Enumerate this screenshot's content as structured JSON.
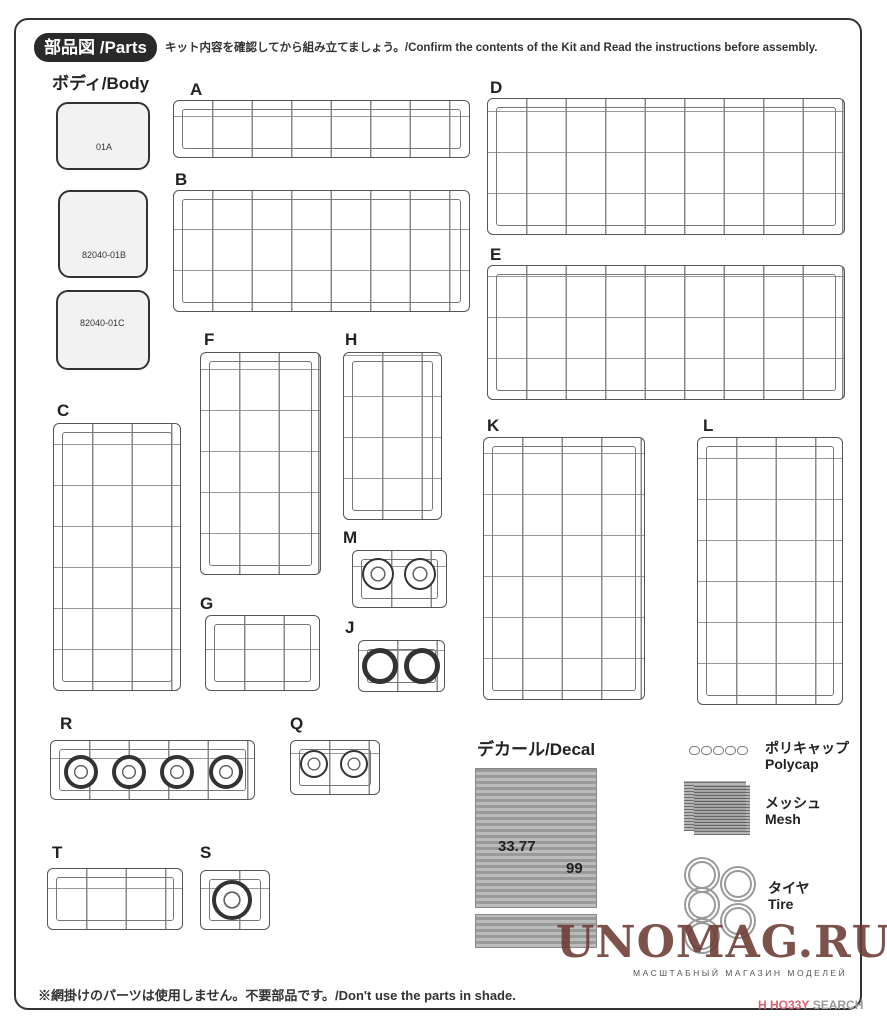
{
  "header": {
    "title": "部品図 /Parts",
    "instruction": "キット内容を確認してから組み立てましょう。/Confirm the contents of the Kit and Read the instructions before assembly."
  },
  "body": {
    "label": "ボディ/Body",
    "part_code": "01A",
    "code_b": "82040-01B",
    "code_c": "82040-01C"
  },
  "sprues": [
    "A",
    "B",
    "C",
    "D",
    "E",
    "F",
    "G",
    "H",
    "J",
    "K",
    "L",
    "M",
    "Q",
    "R",
    "S",
    "T"
  ],
  "decal": {
    "label": "デカール/Decal",
    "numbers": [
      "33.77",
      "99"
    ]
  },
  "extras": {
    "polycap": {
      "jp": "ポリキャップ",
      "en": "Polycap"
    },
    "mesh": {
      "jp": "メッシュ",
      "en": "Mesh"
    },
    "tire": {
      "jp": "タイヤ",
      "en": "Tire"
    }
  },
  "footer": {
    "note": "※網掛けのパーツは使用しません。不要部品です。/Don't use the parts in shade."
  },
  "watermark": {
    "main": "UNOMAG.RU",
    "sub": "МАСШТАБНЫЙ МАГАЗИН МОДЕЛЕЙ"
  },
  "credit": {
    "a": "H",
    "b": "HO33Y",
    "c": " SEARCH"
  }
}
